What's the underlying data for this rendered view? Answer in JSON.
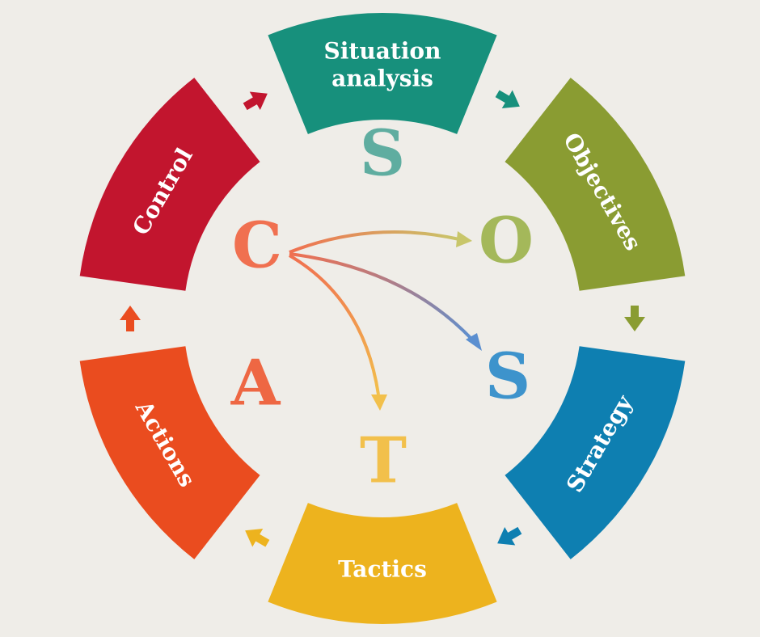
{
  "diagram": {
    "segments": [
      {
        "id": "situation",
        "lines": [
          "Situation",
          "analysis"
        ],
        "color": "#17907c"
      },
      {
        "id": "objectives",
        "lines": [
          "Objectives"
        ],
        "color": "#8a9c32"
      },
      {
        "id": "strategy",
        "lines": [
          "Strategy"
        ],
        "color": "#0e7fb1"
      },
      {
        "id": "tactics",
        "lines": [
          "Tactics"
        ],
        "color": "#edb31e"
      },
      {
        "id": "actions",
        "lines": [
          "Actions"
        ],
        "color": "#ea4c1f"
      },
      {
        "id": "control",
        "lines": [
          "Control"
        ],
        "color": "#c2152e"
      }
    ],
    "letters": [
      {
        "id": "s1",
        "char": "S",
        "color": "#5fada0"
      },
      {
        "id": "o",
        "char": "O",
        "color": "#a4b85a"
      },
      {
        "id": "s2",
        "char": "S",
        "color": "#3d93cc"
      },
      {
        "id": "t",
        "char": "T",
        "color": "#f2c04b"
      },
      {
        "id": "a",
        "char": "A",
        "color": "#ee6743"
      },
      {
        "id": "c",
        "char": "C",
        "color": "#f07050"
      }
    ],
    "arrow_colors": [
      "#17907c",
      "#8a9c32",
      "#0e7fb1",
      "#edb31e",
      "#ea4c1f",
      "#c2152e"
    ]
  }
}
